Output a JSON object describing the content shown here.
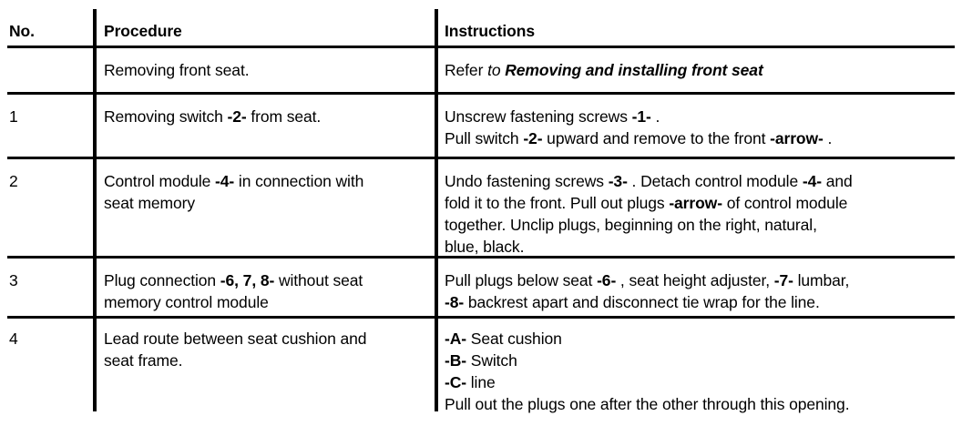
{
  "document": {
    "type": "procedure-table",
    "title": "Removing and installing seat switch / control module",
    "columns": [
      "No.",
      "Procedure",
      "Instructions"
    ]
  },
  "table": {
    "header": {
      "no": "No.",
      "procedure": "Procedure",
      "instructions": "Instructions"
    },
    "rows": [
      {
        "no": "",
        "procedure": "Removing front seat.",
        "instructions_parts": [
          {
            "text": "Refer ",
            "style": "normal"
          },
          {
            "text": "to",
            "style": "italic"
          },
          {
            "text": "  ",
            "style": "normal"
          },
          {
            "text": "Removing and installing front seat",
            "style": "bold-italic"
          }
        ],
        "instructions_plain": "Refer to  Removing and installing front seat"
      },
      {
        "no": "1",
        "procedure_parts": [
          {
            "text": "Removing switch ",
            "style": "normal"
          },
          {
            "text": "-2-",
            "style": "bold"
          },
          {
            "text": " from seat.",
            "style": "normal"
          }
        ],
        "procedure_plain": "Removing switch -2- from seat.",
        "instructions_parts": [
          {
            "text": "Unscrew fastening screws ",
            "style": "normal"
          },
          {
            "text": "-1-",
            "style": "bold"
          },
          {
            "text": " .\nPull switch ",
            "style": "normal"
          },
          {
            "text": "-2-",
            "style": "bold"
          },
          {
            "text": " upward and remove to the front ",
            "style": "normal"
          },
          {
            "text": "-arrow-",
            "style": "bold"
          },
          {
            "text": " .",
            "style": "normal"
          }
        ],
        "instructions_plain": "Unscrew fastening screws -1- .\nPull switch -2- upward and remove to the front -arrow- ."
      },
      {
        "no": "2",
        "procedure_parts": [
          {
            "text": "Control module ",
            "style": "normal"
          },
          {
            "text": "-4-",
            "style": "bold"
          },
          {
            "text": " in connection with\nseat memory",
            "style": "normal"
          }
        ],
        "procedure_plain": "Control module -4- in connection with\nseat memory",
        "instructions_parts": [
          {
            "text": "Undo fastening screws ",
            "style": "normal"
          },
          {
            "text": "-3-",
            "style": "bold"
          },
          {
            "text": " . Detach control module ",
            "style": "normal"
          },
          {
            "text": "-4-",
            "style": "bold"
          },
          {
            "text": " and\nfold it to the front. Pull out plugs ",
            "style": "normal"
          },
          {
            "text": "-arrow-",
            "style": "bold"
          },
          {
            "text": " of control module\ntogether. Unclip plugs, beginning on the right, natural,\nblue, black.",
            "style": "normal"
          }
        ],
        "instructions_plain": "Undo fastening screws -3- . Detach control module -4- and fold it to the front. Pull out plugs -arrow- of control module together. Unclip plugs, beginning on the right, natural, blue, black."
      },
      {
        "no": "3",
        "procedure_parts": [
          {
            "text": "Plug connection ",
            "style": "normal"
          },
          {
            "text": "-6, 7, 8-",
            "style": "bold"
          },
          {
            "text": " without seat\nmemory control module",
            "style": "normal"
          }
        ],
        "procedure_plain": "Plug connection -6, 7, 8- without seat\nmemory control module",
        "instructions_parts": [
          {
            "text": "Pull plugs below seat ",
            "style": "normal"
          },
          {
            "text": "-6-",
            "style": "bold"
          },
          {
            "text": " , seat height adjuster, ",
            "style": "normal"
          },
          {
            "text": "-7-",
            "style": "bold"
          },
          {
            "text": " lumbar,\n",
            "style": "normal"
          },
          {
            "text": "-8-",
            "style": "bold"
          },
          {
            "text": " backrest apart and disconnect tie wrap for the line.",
            "style": "normal"
          }
        ],
        "instructions_plain": "Pull plugs below seat -6- , seat height adjuster, -7- lumbar, -8- backrest apart and disconnect tie wrap for the line."
      },
      {
        "no": "4",
        "procedure": "Lead route between seat cushion and\nseat frame.",
        "instructions_parts": [
          {
            "text": "-A-",
            "style": "bold"
          },
          {
            "text": " Seat cushion\n",
            "style": "normal"
          },
          {
            "text": "-B-",
            "style": "bold"
          },
          {
            "text": " Switch\n",
            "style": "normal"
          },
          {
            "text": "-C-",
            "style": "bold"
          },
          {
            "text": " line\nPull out the plugs one after the other through this opening.",
            "style": "normal"
          }
        ],
        "instructions_plain": "-A- Seat cushion\n-B- Switch\n-C- line\nPull out the plugs one after the other through this opening."
      }
    ]
  },
  "colors": {
    "ink": "#000000",
    "page": "#ffffff"
  }
}
